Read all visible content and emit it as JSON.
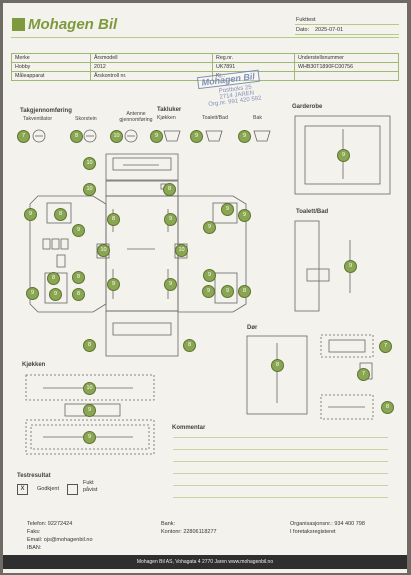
{
  "brand": {
    "name": "Mohagen Bil",
    "color": "#7d9a3c"
  },
  "header": {
    "fuktest_label": "Fukttest",
    "date_label": "Dato:",
    "date_value": "2025-07-01"
  },
  "info": {
    "row1": {
      "c1": "Merke",
      "c2": "Årsmodell",
      "c3": "Reg.nr.",
      "c4": "Understellsnummer"
    },
    "row2": {
      "c1": "Hobby",
      "c2": "2012",
      "c3": "UK7891",
      "c4": "WHB30T1890FC00756"
    },
    "row3": {
      "c1": "Måleapparat",
      "c2": "Årskontroll nr.",
      "c3": "Kj...",
      "c4": ""
    }
  },
  "stamp": {
    "line1": "Mohagen Bil",
    "line2": "Postboks 25",
    "line3": "2714 JAREN",
    "line4": "Org.nr. 991 420 592"
  },
  "legend": {
    "section_takgjennomforing": "Takgjennomføring",
    "takventilator": "Takventilator",
    "skorstein": "Skorstein",
    "antenne": "Antenne gjennomføring",
    "section_takluker": "Takluker",
    "kjokken": "Kjøkken",
    "toalett": "Toalett/Bad",
    "bak": "Bak",
    "val_takventilator": "7",
    "val_skorstein": "8",
    "val_antenne": "10",
    "val_kjokken": "9",
    "val_toalett": "9",
    "val_bak": "9"
  },
  "plan_values": {
    "top1": "10",
    "top2": "10",
    "top3": "8",
    "l1": "9",
    "l2": "8",
    "l3": "9",
    "l4": "8",
    "l5": "8",
    "l6": "9",
    "l7": "9",
    "l8": "8",
    "c1": "8",
    "c2": "9",
    "c3": "10",
    "c4": "10",
    "c5": "9",
    "c6": "9",
    "c7": "8",
    "c8": "8",
    "r1": "9",
    "r2": "9",
    "r3": "9",
    "r4": "9",
    "r5": "9",
    "r6": "8",
    "r7": "9",
    "bot": "8"
  },
  "garderobe": {
    "title": "Garderobe",
    "value": "9"
  },
  "toalettbad": {
    "title": "Toalett/Bad",
    "value": "9"
  },
  "dor": {
    "title": "Dør",
    "value": "8"
  },
  "dor_right": {
    "v1": "7",
    "v2": "7",
    "v3": "8"
  },
  "kjokken": {
    "title": "Kjøkken",
    "v1": "10",
    "v2": "9",
    "v3": "9"
  },
  "kommentar": {
    "title": "Kommentar"
  },
  "testresultat": {
    "title": "Testresultat",
    "mark": "X",
    "godkjent": "Godkjent",
    "fukt_pavist": "Fukt påvist"
  },
  "contact": {
    "telefon": "Telefon: 92272424",
    "faks": "Faks:",
    "email": "Email: ojs@mohagenbil.no",
    "iban": "IBAN:",
    "bank": "Bank:",
    "konto": "Kontonr: 22806118277",
    "orgnr": "Organisasjonsnr.: 934 400 798",
    "foretak": "I foretaksregisteret"
  },
  "footer": "Mohagen Bil AS, Vohagata 4 2770 Jaren www.mohagenbil.no"
}
